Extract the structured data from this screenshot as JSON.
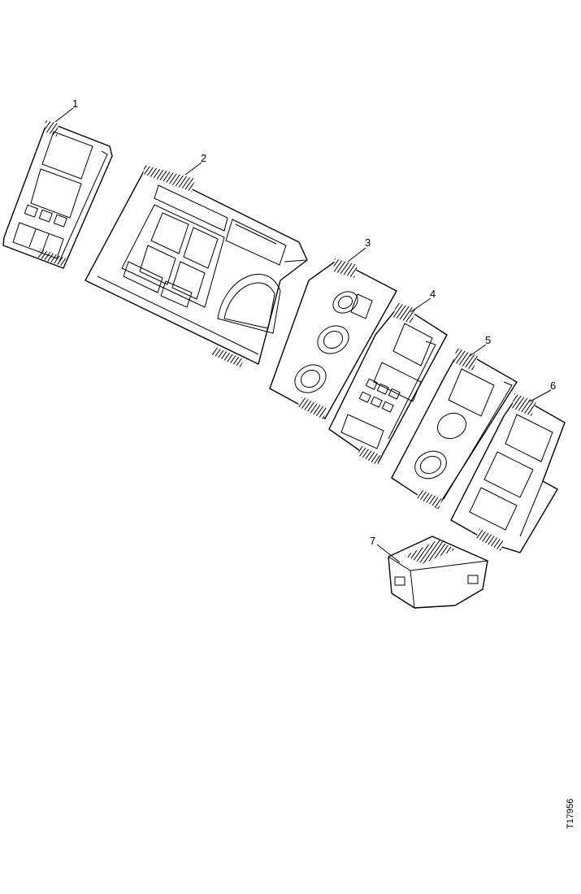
{
  "diagram": {
    "callouts": [
      {
        "id": "1",
        "label": "1"
      },
      {
        "id": "2",
        "label": "2"
      },
      {
        "id": "3",
        "label": "3"
      },
      {
        "id": "4",
        "label": "4"
      },
      {
        "id": "5",
        "label": "5"
      },
      {
        "id": "6",
        "label": "6"
      },
      {
        "id": "7",
        "label": "7"
      }
    ],
    "figure_code": "T17956",
    "colors": {
      "line": "#000000",
      "background": "#ffffff",
      "shade": "#000000"
    }
  }
}
